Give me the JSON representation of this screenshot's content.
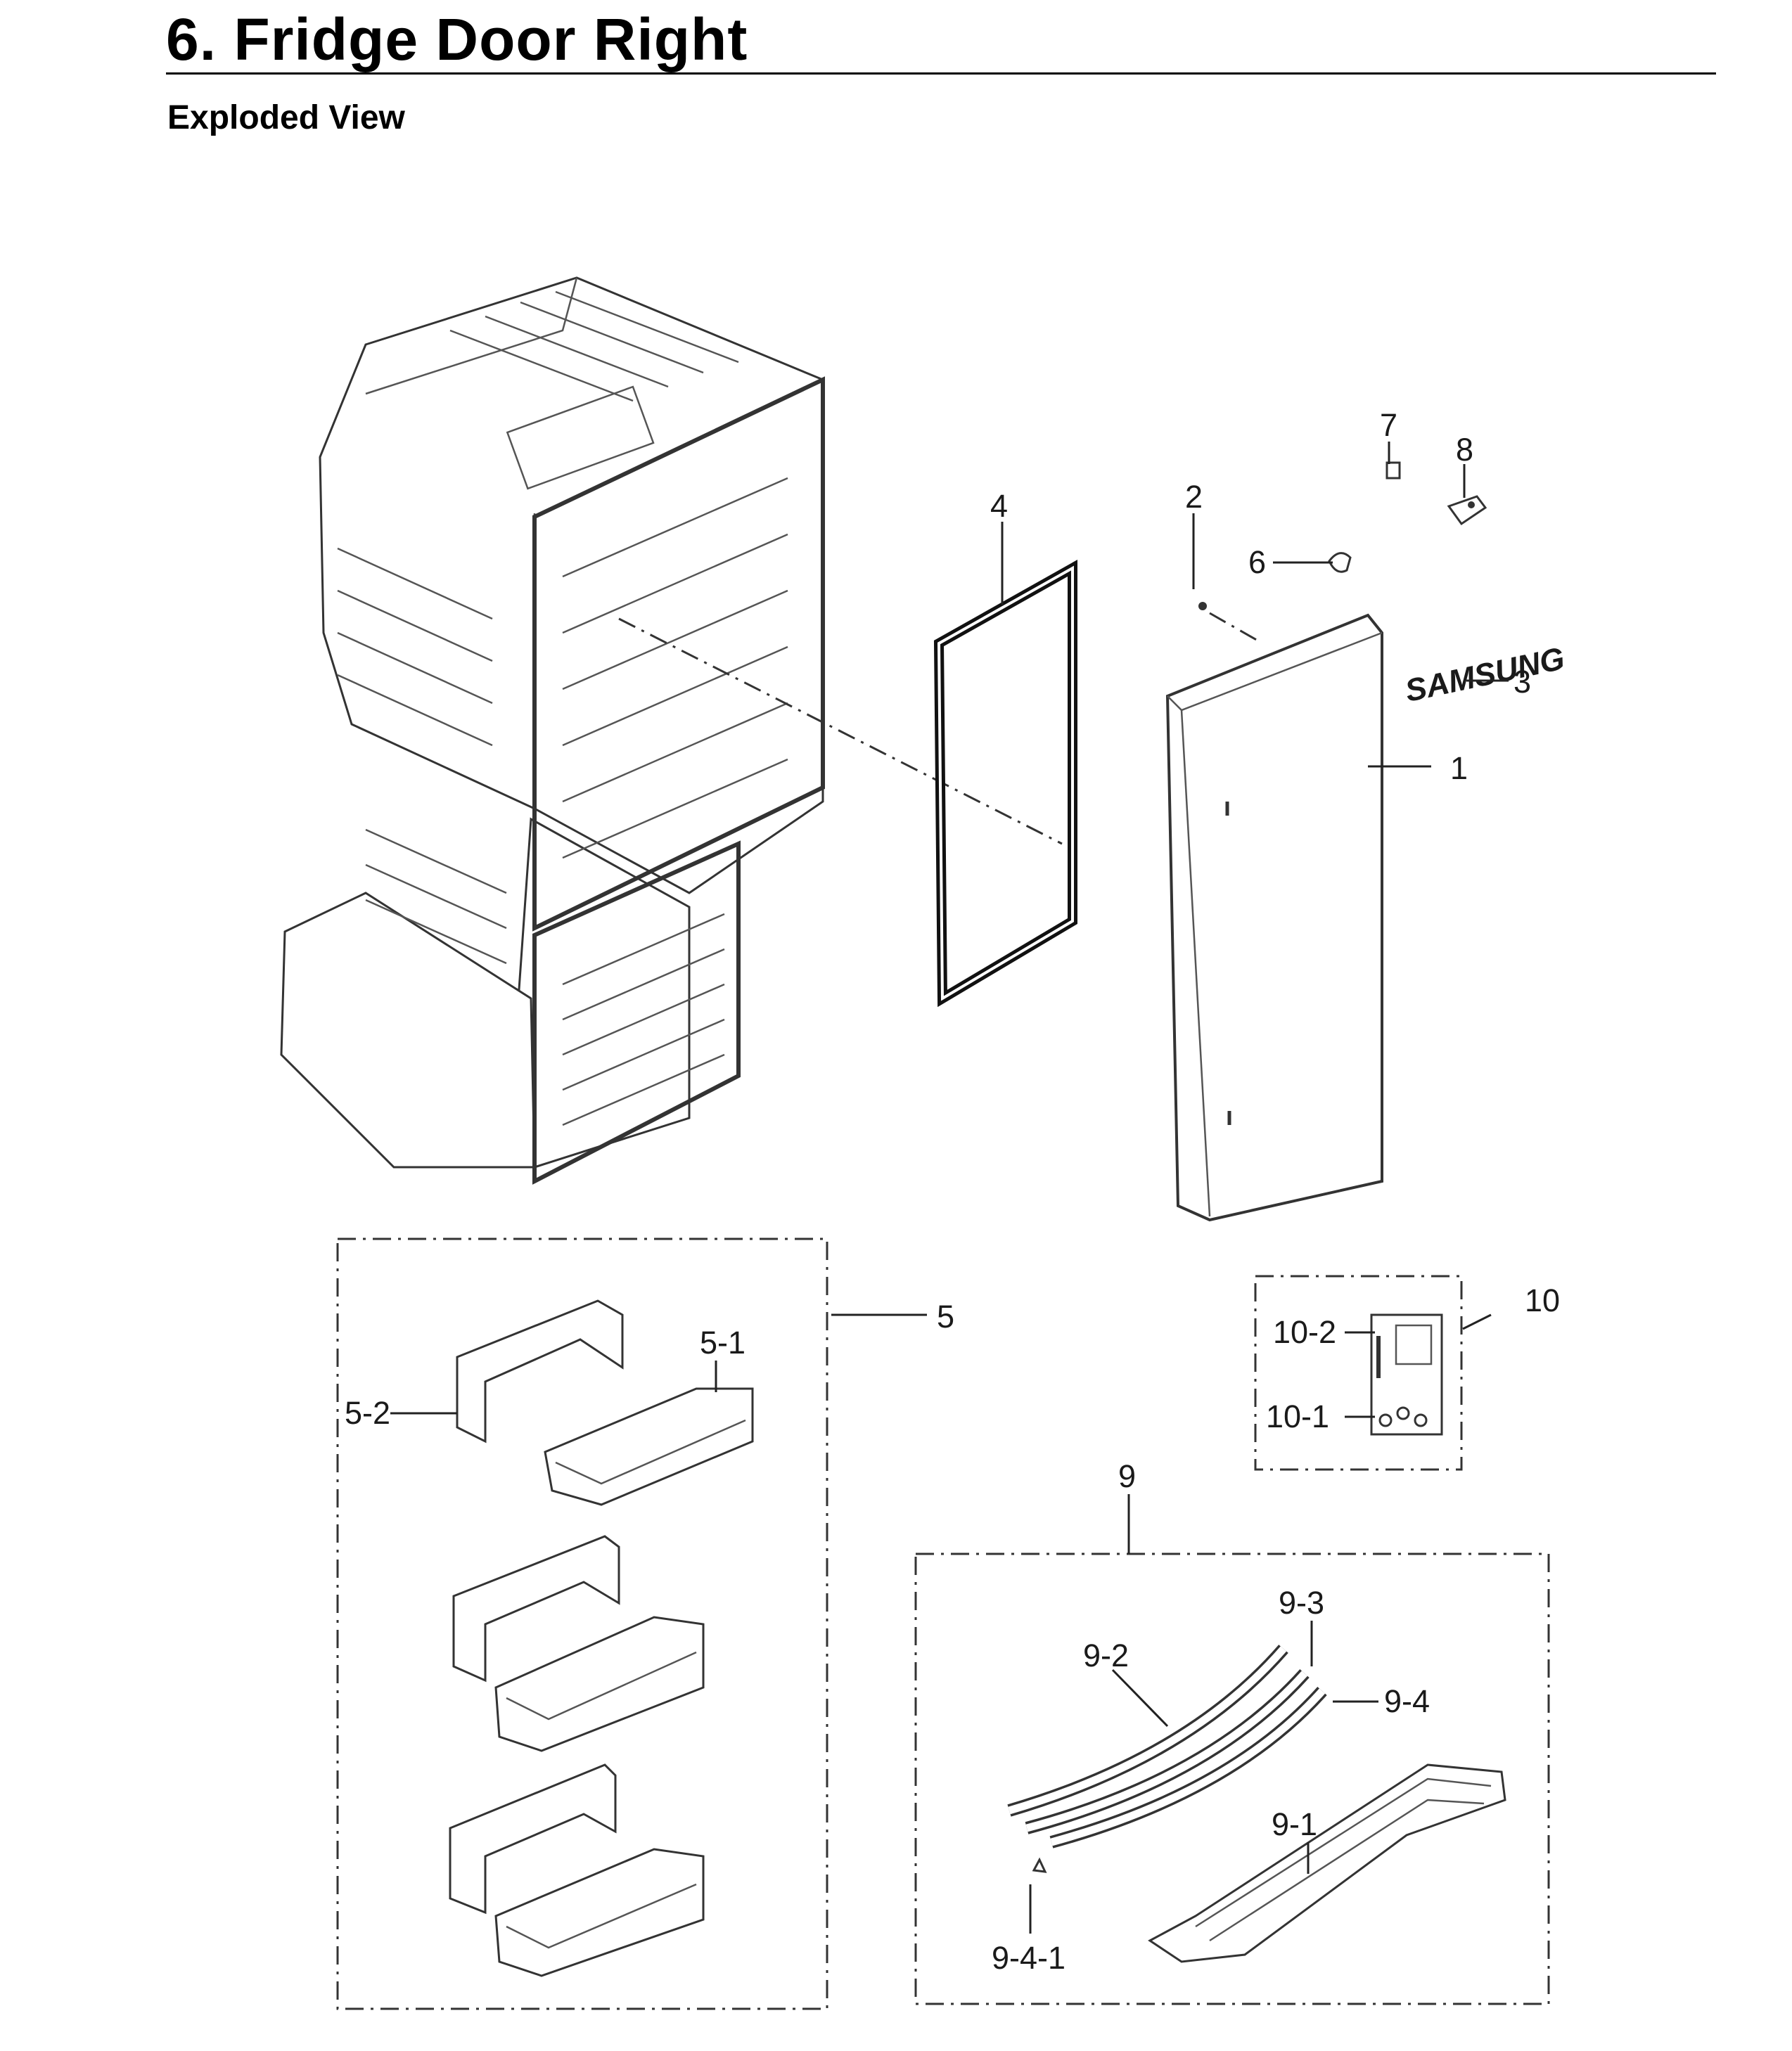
{
  "page": {
    "title": "6.  Fridge Door Right",
    "subtitle": "Exploded View"
  },
  "door_logo_text": "SAMSUNG",
  "callouts": {
    "c1": "1",
    "c2": "2",
    "c3": "3",
    "c4": "4",
    "c5": "5",
    "c5_1": "5-1",
    "c5_2": "5-2",
    "c6": "6",
    "c7": "7",
    "c8": "8",
    "c9": "9",
    "c9_1": "9-1",
    "c9_2": "9-2",
    "c9_3": "9-3",
    "c9_4": "9-4",
    "c9_4_1": "9-4-1",
    "c10": "10",
    "c10_1": "10-1",
    "c10_2": "10-2"
  }
}
